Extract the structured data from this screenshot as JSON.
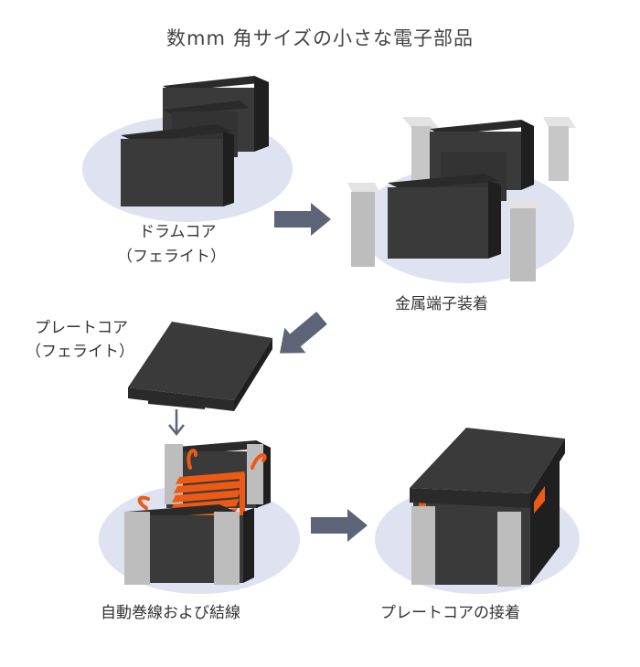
{
  "title": "数mm 角サイズの小さな電子部品",
  "steps": {
    "drum": {
      "line1": "ドラムコア",
      "line2": "（フェライト）"
    },
    "terminal": {
      "label": "金属端子装着"
    },
    "plate": {
      "line1": "プレートコア",
      "line2": "（フェライト）"
    },
    "winding": {
      "label": "自動巻線および結線"
    },
    "bonding": {
      "label": "プレートコアの接着"
    }
  },
  "colors": {
    "ellipse": "#dfe2f0",
    "core_front": "#3a3a3a",
    "core_top": "#2a2a2a",
    "core_side": "#1f1f1f",
    "terminal": "#b9b9b9",
    "wire": "#ee5a14",
    "arrow": "#5d6478"
  }
}
